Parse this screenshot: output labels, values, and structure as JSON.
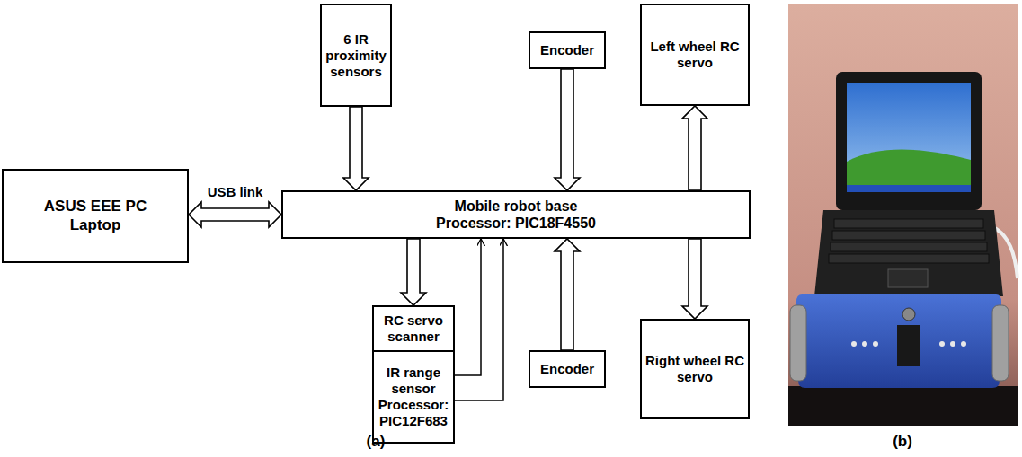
{
  "diagram": {
    "nodes": [
      {
        "text": [
          "ASUS EEE PC Laptop"
        ]
      },
      {
        "text": [
          "6 IR proximity sensors"
        ]
      },
      {
        "text": [
          "Encoder"
        ]
      },
      {
        "text": [
          "Left wheel RC servo"
        ]
      },
      {
        "text": [
          "Mobile robot base Processor: PIC18F4550"
        ]
      },
      {
        "text": [
          "RC servo scanner"
        ]
      },
      {
        "text": [
          "IR range sensor Processor: PIC12F683"
        ]
      },
      {
        "text": [
          "Encoder"
        ]
      },
      {
        "text": [
          "Right wheel RC servo"
        ]
      }
    ],
    "edges": [
      {
        "from": 0,
        "to": 4,
        "label": "USB link",
        "arrow": "both"
      },
      {
        "from": 1,
        "to": 4,
        "arrow": "to"
      },
      {
        "from": 2,
        "to": 4,
        "arrow": "to"
      },
      {
        "from": 4,
        "to": 3,
        "arrow": "to"
      },
      {
        "from": 4,
        "to": 5,
        "arrow": "to"
      },
      {
        "from": 6,
        "to": 4,
        "arrow": "to"
      },
      {
        "from": 6,
        "to": 4,
        "arrow": "to"
      },
      {
        "from": 7,
        "to": 4,
        "arrow": "to"
      },
      {
        "from": 4,
        "to": 8,
        "arrow": "to"
      }
    ],
    "labels": [
      "(a)",
      "(b)"
    ]
  }
}
